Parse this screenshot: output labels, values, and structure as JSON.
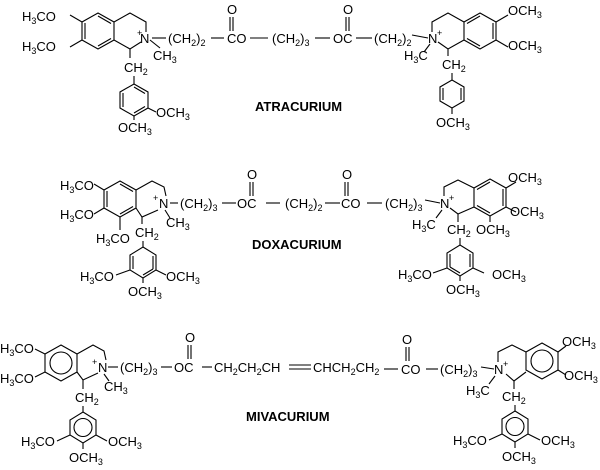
{
  "figure": {
    "compounds": [
      {
        "name": "ATRACURIUM",
        "left_substituents": [
          "H3CO",
          "H3CO"
        ],
        "left_n_methyl": "CH3",
        "left_benzyl": "CH2",
        "left_aryl_substituents": [
          "OCH3",
          "OCH3"
        ],
        "linker": [
          "(CH2)2",
          "CO",
          "(CH2)3",
          "OC",
          "(CH2)2"
        ],
        "carbonyl_o": "O",
        "right_substituents": [
          "OCH3",
          "OCH3"
        ],
        "right_n_methyl": "H3C",
        "right_benzyl": "CH2",
        "right_aryl_substituents": [
          "OCH3"
        ]
      },
      {
        "name": "DOXACURIUM",
        "left_substituents": [
          "H3CO",
          "H3CO",
          "H3CO"
        ],
        "left_n_methyl": "CH3",
        "left_benzyl": "CH2",
        "left_aryl_substituents": [
          "H3CO",
          "OCH3",
          "OCH3"
        ],
        "linker": [
          "(CH2)3",
          "OC",
          "(CH2)2",
          "CO",
          "(CH2)3"
        ],
        "carbonyl_o": "O",
        "right_substituents": [
          "OCH3",
          "OCH3",
          "OCH3"
        ],
        "right_n_methyl": "H3C",
        "right_benzyl": "CH2",
        "right_aryl_substituents": [
          "H3CO",
          "OCH3",
          "OCH3"
        ]
      },
      {
        "name": "MIVACURIUM",
        "left_substituents": [
          "H3CO",
          "H3CO"
        ],
        "left_n_methyl": "CH3",
        "left_benzyl": "CH2",
        "left_aryl_substituents": [
          "H3CO",
          "OCH3",
          "OCH3"
        ],
        "linker": [
          "(CH2)3",
          "OC",
          "CH2CH2CH",
          "CHCH2CH2",
          "CO",
          "(CH2)3"
        ],
        "carbonyl_o": "O",
        "right_substituents": [
          "OCH3",
          "OCH3"
        ],
        "right_n_methyl": "H3C",
        "right_benzyl": "CH2",
        "right_aryl_substituents": [
          "H3CO",
          "OCH3",
          "OCH3"
        ]
      }
    ],
    "n_plus": "+N",
    "n_plus_right": "N+"
  }
}
